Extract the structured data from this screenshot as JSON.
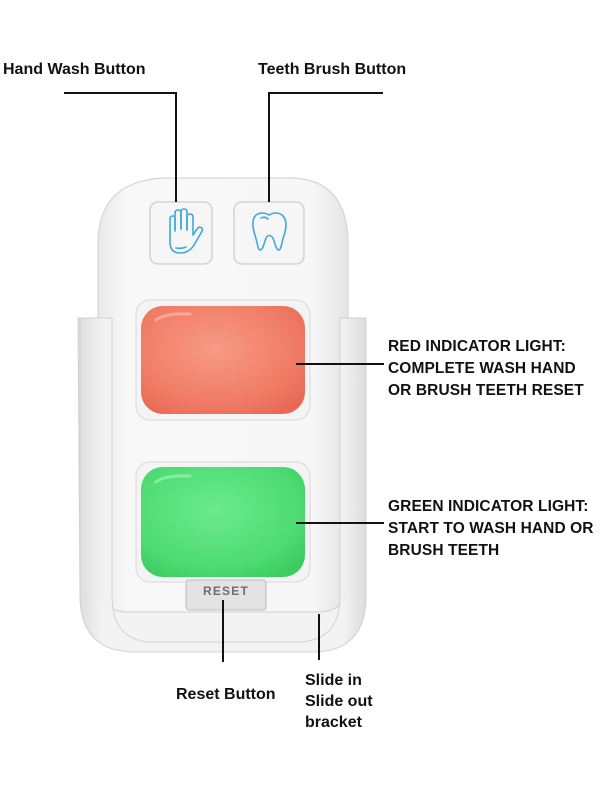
{
  "labels": {
    "hand_wash_button": "Hand Wash Button",
    "teeth_brush_button": "Teeth Brush Button",
    "red_light": [
      "RED INDICATOR LIGHT:",
      "COMPLETE WASH HAND",
      "OR BRUSH TEETH RESET"
    ],
    "green_light": [
      "GREEN INDICATOR LIGHT:",
      "START TO WASH HAND OR",
      "BRUSH TEETH"
    ],
    "reset_button": "Reset Button",
    "bracket": [
      "Slide in",
      "Slide out",
      "bracket"
    ]
  },
  "device": {
    "reset_label": "RESET"
  },
  "icons": {
    "hand": "hand-icon",
    "tooth": "tooth-icon"
  },
  "colors": {
    "red_light": "#f2806b",
    "green_light": "#52e07a",
    "icon_blue": "#3fa9d8",
    "leader_line": "#111111"
  }
}
